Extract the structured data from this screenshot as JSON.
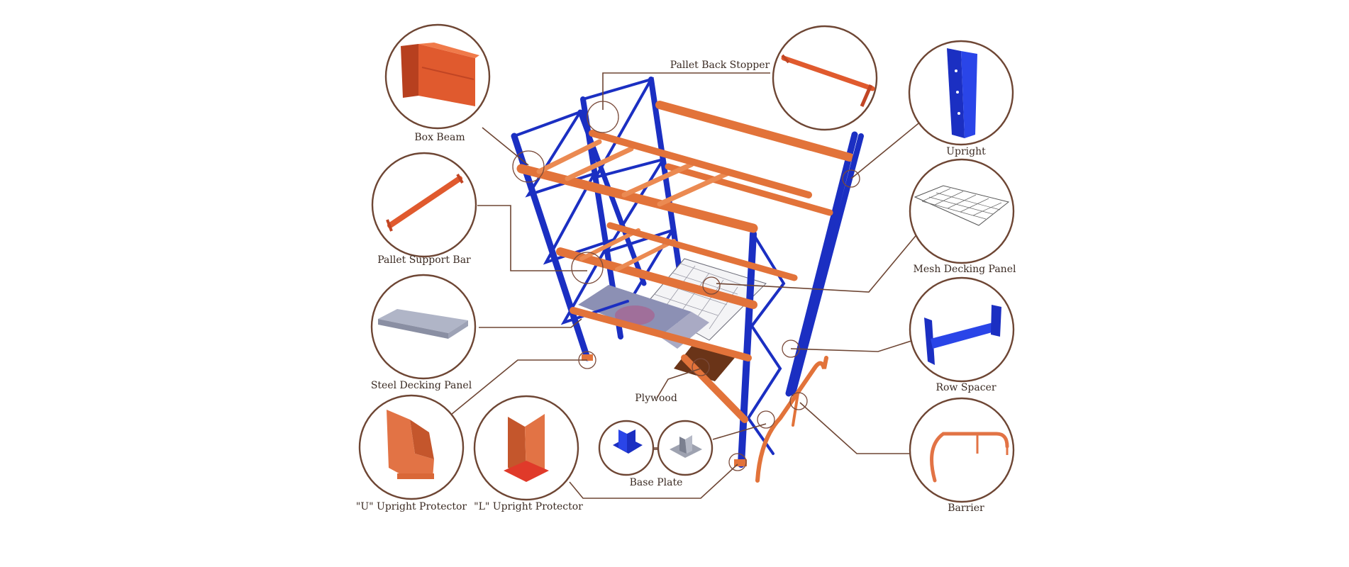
{
  "components": {
    "box_beam": "Box Beam",
    "pallet_back_stopper": "Pallet Back Stopper",
    "upright": "Upright",
    "pallet_support_bar": "Pallet Support Bar",
    "mesh_decking_panel": "Mesh Decking Panel",
    "steel_decking_panel": "Steel Decking Panel",
    "row_spacer": "Row Spacer",
    "plywood": "Plywood",
    "u_upright_protector": "\"U\" Upright Protector",
    "l_upright_protector": "\"L\" Upright Protector",
    "base_plate": "Base Plate",
    "barrier": "Barrier"
  },
  "colors": {
    "upright_blue": "#1b2fc2",
    "beam_orange": "#e2733a",
    "leader_brown": "#6e4634"
  }
}
